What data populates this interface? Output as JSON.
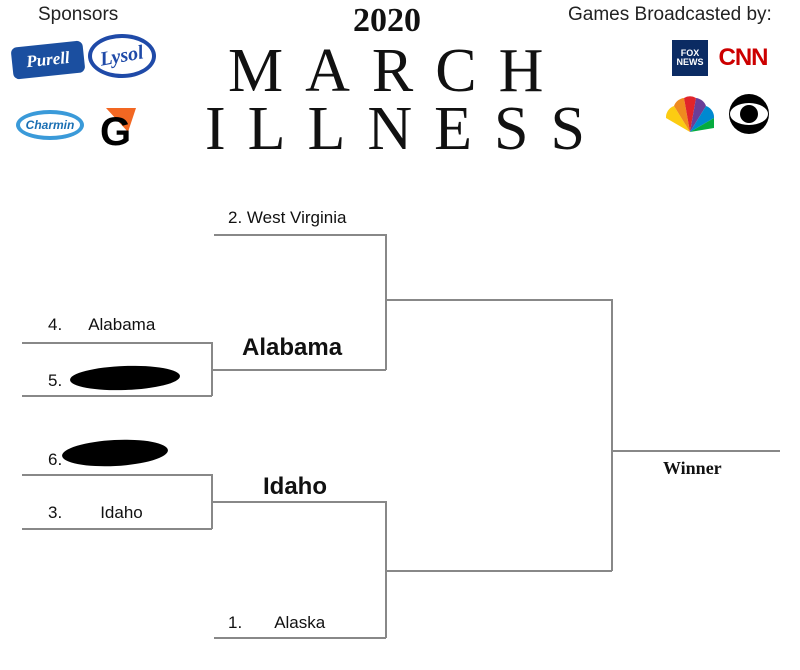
{
  "header": {
    "sponsors_label": "Sponsors",
    "broadcast_label": "Games Broadcasted by:",
    "year": "2020",
    "title_line1": "MARCH",
    "title_line2": "ILLNESS"
  },
  "sponsors": [
    {
      "name": "Purell",
      "icon": "purell-logo"
    },
    {
      "name": "Lysol",
      "icon": "lysol-logo"
    },
    {
      "name": "Charmin",
      "icon": "charmin-logo"
    },
    {
      "name": "G",
      "icon": "gatorade-logo"
    }
  ],
  "broadcasters": [
    {
      "name": "FOX NEWS",
      "icon": "fox-news-logo"
    },
    {
      "name": "CNN",
      "icon": "cnn-logo"
    },
    {
      "name": "NBC",
      "icon": "nbc-peacock-logo"
    },
    {
      "name": "CBS",
      "icon": "cbs-eye-logo"
    }
  ],
  "bracket": {
    "round1": [
      {
        "seed": "2.",
        "name": "West Virginia"
      },
      {
        "seed": "4.",
        "name": "Alabama"
      },
      {
        "seed": "5.",
        "name": ""
      },
      {
        "seed": "6.",
        "name": ""
      },
      {
        "seed": "3.",
        "name": "Idaho"
      },
      {
        "seed": "1.",
        "name": "Alaska"
      }
    ],
    "round2": [
      "Alabama",
      "Idaho"
    ],
    "final_label": "Winner"
  },
  "colors": {
    "line": "#888888",
    "redaction": "#000000",
    "cnn": "#cc0000",
    "gatorade_orange": "#f26722",
    "purell_blue": "#1b4fa0"
  }
}
